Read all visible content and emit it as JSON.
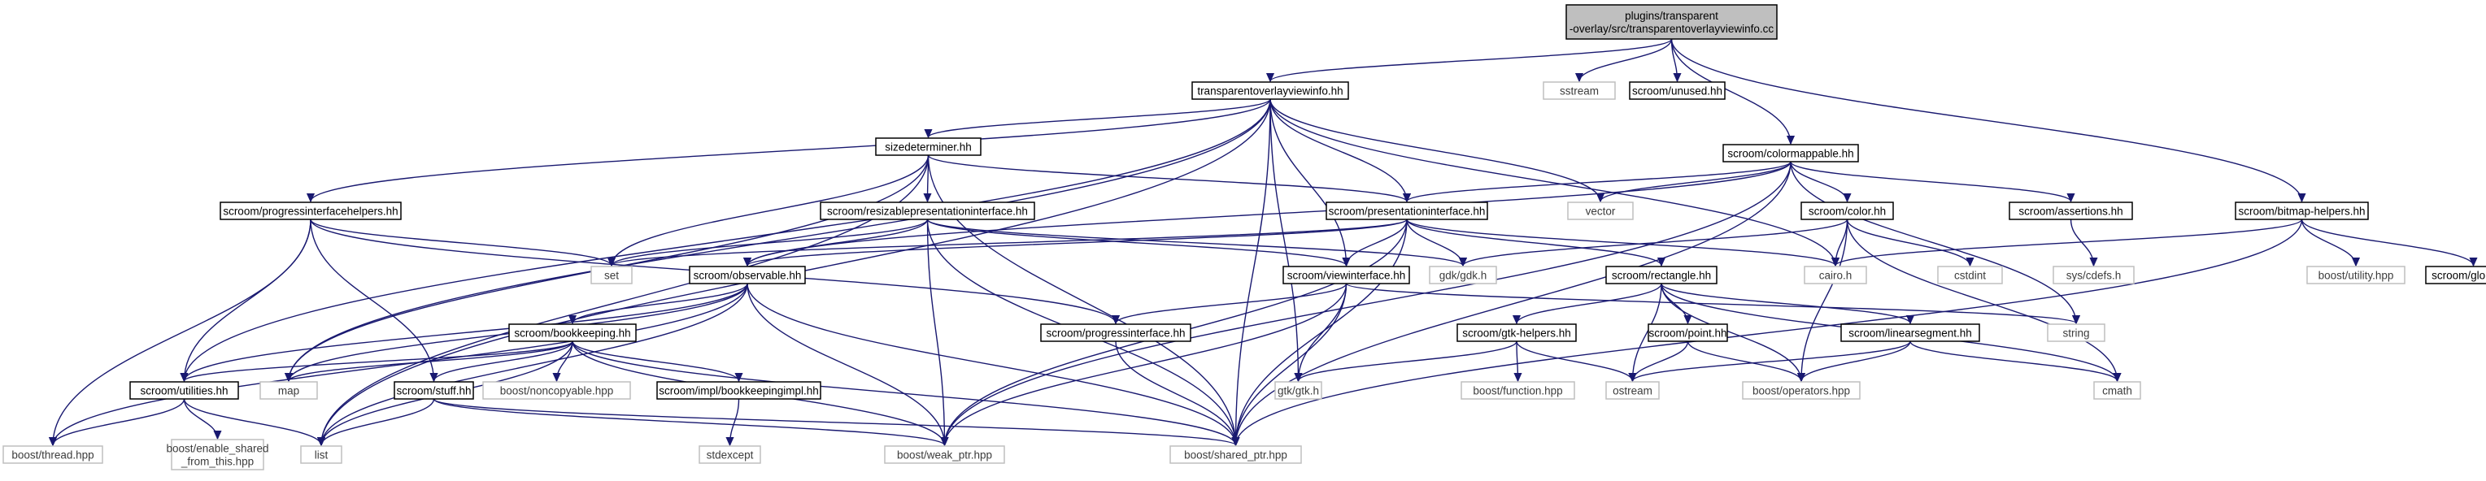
{
  "colors": {
    "edge": "#191970",
    "root_fill": "#bfbfbf",
    "documented_border": "#000000",
    "undocumented_border": "#bfbfbf",
    "node_fill": "#ffffff",
    "label_documented": "#000000",
    "label_undocumented": "#3c3c3c"
  },
  "nodes": {
    "root": {
      "lines": [
        "plugins/transparent",
        "-overlay/src/transparentoverlayviewinfo.cc"
      ],
      "kind": "root"
    },
    "tovi_hh": {
      "lines": [
        "transparentoverlayviewinfo.hh"
      ],
      "kind": "documented"
    },
    "sstream": {
      "lines": [
        "sstream"
      ],
      "kind": "external"
    },
    "unused_hh": {
      "lines": [
        "scroom/unused.hh"
      ],
      "kind": "documented"
    },
    "colormappable_hh": {
      "lines": [
        "scroom/colormappable.hh"
      ],
      "kind": "documented"
    },
    "bitmap_helpers_hh": {
      "lines": [
        "scroom/bitmap-helpers.hh"
      ],
      "kind": "documented"
    },
    "sizedeterminer_hh": {
      "lines": [
        "sizedeterminer.hh"
      ],
      "kind": "documented"
    },
    "progressinterfacehelpers_hh": {
      "lines": [
        "scroom/progressinterfacehelpers.hh"
      ],
      "kind": "documented"
    },
    "resizablepresentationinterface_hh": {
      "lines": [
        "scroom/resizablepresentationinterface.hh"
      ],
      "kind": "documented"
    },
    "presentationinterface_hh": {
      "lines": [
        "scroom/presentationinterface.hh"
      ],
      "kind": "documented"
    },
    "vector": {
      "lines": [
        "vector"
      ],
      "kind": "external"
    },
    "color_hh": {
      "lines": [
        "scroom/color.hh"
      ],
      "kind": "documented"
    },
    "assertions_hh": {
      "lines": [
        "scroom/assertions.hh"
      ],
      "kind": "documented"
    },
    "set": {
      "lines": [
        "set"
      ],
      "kind": "external"
    },
    "observable_hh": {
      "lines": [
        "scroom/observable.hh"
      ],
      "kind": "documented"
    },
    "gdk_h": {
      "lines": [
        "gdk/gdk.h"
      ],
      "kind": "external"
    },
    "viewinterface_hh": {
      "lines": [
        "scroom/viewinterface.hh"
      ],
      "kind": "documented"
    },
    "rectangle_hh": {
      "lines": [
        "scroom/rectangle.hh"
      ],
      "kind": "documented"
    },
    "cairo_h": {
      "lines": [
        "cairo.h"
      ],
      "kind": "external"
    },
    "cstdint": {
      "lines": [
        "cstdint"
      ],
      "kind": "external"
    },
    "sys_cdefs": {
      "lines": [
        "sys/cdefs.h"
      ],
      "kind": "external"
    },
    "boost_utility": {
      "lines": [
        "boost/utility.hpp"
      ],
      "kind": "external"
    },
    "global_hh": {
      "lines": [
        "scroom/global.hh"
      ],
      "kind": "documented"
    },
    "bookkeeping_hh": {
      "lines": [
        "scroom/bookkeeping.hh"
      ],
      "kind": "documented"
    },
    "progressinterface_hh": {
      "lines": [
        "scroom/progressinterface.hh"
      ],
      "kind": "documented"
    },
    "gtk_helpers_hh": {
      "lines": [
        "scroom/gtk-helpers.hh"
      ],
      "kind": "documented"
    },
    "point_hh": {
      "lines": [
        "scroom/point.hh"
      ],
      "kind": "documented"
    },
    "linearsegment_hh": {
      "lines": [
        "scroom/linearsegment.hh"
      ],
      "kind": "documented"
    },
    "string": {
      "lines": [
        "string"
      ],
      "kind": "external"
    },
    "utilities_hh": {
      "lines": [
        "scroom/utilities.hh"
      ],
      "kind": "documented"
    },
    "map": {
      "lines": [
        "map"
      ],
      "kind": "external"
    },
    "boost_noncopyable": {
      "lines": [
        "boost/noncopyable.hpp"
      ],
      "kind": "external"
    },
    "bookkeepingimpl_hh": {
      "lines": [
        "scroom/impl/bookkeepingimpl.hh"
      ],
      "kind": "documented"
    },
    "stuff_hh": {
      "lines": [
        "scroom/stuff.hh"
      ],
      "kind": "documented"
    },
    "gtk_h": {
      "lines": [
        "gtk/gtk.h"
      ],
      "kind": "external"
    },
    "boost_function": {
      "lines": [
        "boost/function.hpp"
      ],
      "kind": "external"
    },
    "ostream": {
      "lines": [
        "ostream"
      ],
      "kind": "external"
    },
    "boost_operators": {
      "lines": [
        "boost/operators.hpp"
      ],
      "kind": "external"
    },
    "cmath": {
      "lines": [
        "cmath"
      ],
      "kind": "external"
    },
    "boost_thread": {
      "lines": [
        "boost/thread.hpp"
      ],
      "kind": "external"
    },
    "boost_enable_shared": {
      "lines": [
        "boost/enable_shared",
        "_from_this.hpp"
      ],
      "kind": "external"
    },
    "list": {
      "lines": [
        "list"
      ],
      "kind": "external"
    },
    "stdexcept": {
      "lines": [
        "stdexcept"
      ],
      "kind": "external"
    },
    "boost_weak_ptr": {
      "lines": [
        "boost/weak_ptr.hpp"
      ],
      "kind": "external"
    },
    "boost_shared_ptr": {
      "lines": [
        "boost/shared_ptr.hpp"
      ],
      "kind": "external"
    }
  },
  "edges": [
    [
      "root",
      "tovi_hh"
    ],
    [
      "root",
      "sstream"
    ],
    [
      "root",
      "unused_hh"
    ],
    [
      "root",
      "colormappable_hh"
    ],
    [
      "root",
      "bitmap_helpers_hh"
    ],
    [
      "tovi_hh",
      "sizedeterminer_hh"
    ],
    [
      "tovi_hh",
      "progressinterfacehelpers_hh"
    ],
    [
      "tovi_hh",
      "presentationinterface_hh"
    ],
    [
      "tovi_hh",
      "vector"
    ],
    [
      "tovi_hh",
      "viewinterface_hh"
    ],
    [
      "tovi_hh",
      "cairo_h"
    ],
    [
      "tovi_hh",
      "gtk_h"
    ],
    [
      "tovi_hh",
      "utilities_hh"
    ],
    [
      "tovi_hh",
      "map"
    ],
    [
      "tovi_hh",
      "list"
    ],
    [
      "tovi_hh",
      "boost_shared_ptr"
    ],
    [
      "sizedeterminer_hh",
      "resizablepresentationinterface_hh"
    ],
    [
      "sizedeterminer_hh",
      "presentationinterface_hh"
    ],
    [
      "sizedeterminer_hh",
      "set"
    ],
    [
      "sizedeterminer_hh",
      "map"
    ],
    [
      "sizedeterminer_hh",
      "list"
    ],
    [
      "sizedeterminer_hh",
      "boost_shared_ptr"
    ],
    [
      "progressinterfacehelpers_hh",
      "set"
    ],
    [
      "progressinterfacehelpers_hh",
      "progressinterface_hh"
    ],
    [
      "progressinterfacehelpers_hh",
      "utilities_hh"
    ],
    [
      "progressinterfacehelpers_hh",
      "stuff_hh"
    ],
    [
      "progressinterfacehelpers_hh",
      "boost_thread"
    ],
    [
      "resizablepresentationinterface_hh",
      "observable_hh"
    ],
    [
      "resizablepresentationinterface_hh",
      "viewinterface_hh"
    ],
    [
      "resizablepresentationinterface_hh",
      "gdk_h"
    ],
    [
      "resizablepresentationinterface_hh",
      "set"
    ],
    [
      "resizablepresentationinterface_hh",
      "boost_weak_ptr"
    ],
    [
      "resizablepresentationinterface_hh",
      "boost_shared_ptr"
    ],
    [
      "presentationinterface_hh",
      "set"
    ],
    [
      "presentationinterface_hh",
      "observable_hh"
    ],
    [
      "presentationinterface_hh",
      "gdk_h"
    ],
    [
      "presentationinterface_hh",
      "viewinterface_hh"
    ],
    [
      "presentationinterface_hh",
      "rectangle_hh"
    ],
    [
      "presentationinterface_hh",
      "cairo_h"
    ],
    [
      "presentationinterface_hh",
      "boost_weak_ptr"
    ],
    [
      "presentationinterface_hh",
      "boost_shared_ptr"
    ],
    [
      "colormappable_hh",
      "presentationinterface_hh"
    ],
    [
      "colormappable_hh",
      "observable_hh"
    ],
    [
      "colormappable_hh",
      "vector"
    ],
    [
      "colormappable_hh",
      "color_hh"
    ],
    [
      "colormappable_hh",
      "assertions_hh"
    ],
    [
      "colormappable_hh",
      "string"
    ],
    [
      "colormappable_hh",
      "boost_weak_ptr"
    ],
    [
      "colormappable_hh",
      "boost_shared_ptr"
    ],
    [
      "color_hh",
      "gdk_h"
    ],
    [
      "color_hh",
      "cairo_h"
    ],
    [
      "color_hh",
      "cstdint"
    ],
    [
      "color_hh",
      "cmath"
    ],
    [
      "color_hh",
      "boost_operators"
    ],
    [
      "assertions_hh",
      "sys_cdefs"
    ],
    [
      "bitmap_helpers_hh",
      "cairo_h"
    ],
    [
      "bitmap_helpers_hh",
      "boost_utility"
    ],
    [
      "bitmap_helpers_hh",
      "global_hh"
    ],
    [
      "bitmap_helpers_hh",
      "boost_shared_ptr"
    ],
    [
      "observable_hh",
      "bookkeeping_hh"
    ],
    [
      "observable_hh",
      "utilities_hh"
    ],
    [
      "observable_hh",
      "map"
    ],
    [
      "observable_hh",
      "list"
    ],
    [
      "observable_hh",
      "boost_thread"
    ],
    [
      "observable_hh",
      "boost_weak_ptr"
    ],
    [
      "observable_hh",
      "boost_shared_ptr"
    ],
    [
      "viewinterface_hh",
      "progressinterface_hh"
    ],
    [
      "viewinterface_hh",
      "gtk_h"
    ],
    [
      "viewinterface_hh",
      "string"
    ],
    [
      "viewinterface_hh",
      "boost_weak_ptr"
    ],
    [
      "viewinterface_hh",
      "boost_shared_ptr"
    ],
    [
      "rectangle_hh",
      "gtk_helpers_hh"
    ],
    [
      "rectangle_hh",
      "point_hh"
    ],
    [
      "rectangle_hh",
      "linearsegment_hh"
    ],
    [
      "rectangle_hh",
      "ostream"
    ],
    [
      "rectangle_hh",
      "boost_operators"
    ],
    [
      "rectangle_hh",
      "cmath"
    ],
    [
      "bookkeeping_hh",
      "utilities_hh"
    ],
    [
      "bookkeeping_hh",
      "map"
    ],
    [
      "bookkeeping_hh",
      "boost_noncopyable"
    ],
    [
      "bookkeeping_hh",
      "bookkeepingimpl_hh"
    ],
    [
      "bookkeeping_hh",
      "stuff_hh"
    ],
    [
      "bookkeeping_hh",
      "list"
    ],
    [
      "bookkeeping_hh",
      "boost_weak_ptr"
    ],
    [
      "bookkeeping_hh",
      "boost_shared_ptr"
    ],
    [
      "progressinterface_hh",
      "boost_shared_ptr"
    ],
    [
      "gtk_helpers_hh",
      "gtk_h"
    ],
    [
      "gtk_helpers_hh",
      "boost_function"
    ],
    [
      "gtk_helpers_hh",
      "ostream"
    ],
    [
      "point_hh",
      "ostream"
    ],
    [
      "point_hh",
      "boost_operators"
    ],
    [
      "linearsegment_hh",
      "ostream"
    ],
    [
      "linearsegment_hh",
      "boost_operators"
    ],
    [
      "linearsegment_hh",
      "cmath"
    ],
    [
      "utilities_hh",
      "boost_thread"
    ],
    [
      "utilities_hh",
      "boost_enable_shared"
    ],
    [
      "utilities_hh",
      "list"
    ],
    [
      "stuff_hh",
      "list"
    ],
    [
      "stuff_hh",
      "boost_weak_ptr"
    ],
    [
      "stuff_hh",
      "boost_shared_ptr"
    ],
    [
      "bookkeepingimpl_hh",
      "stdexcept"
    ]
  ]
}
